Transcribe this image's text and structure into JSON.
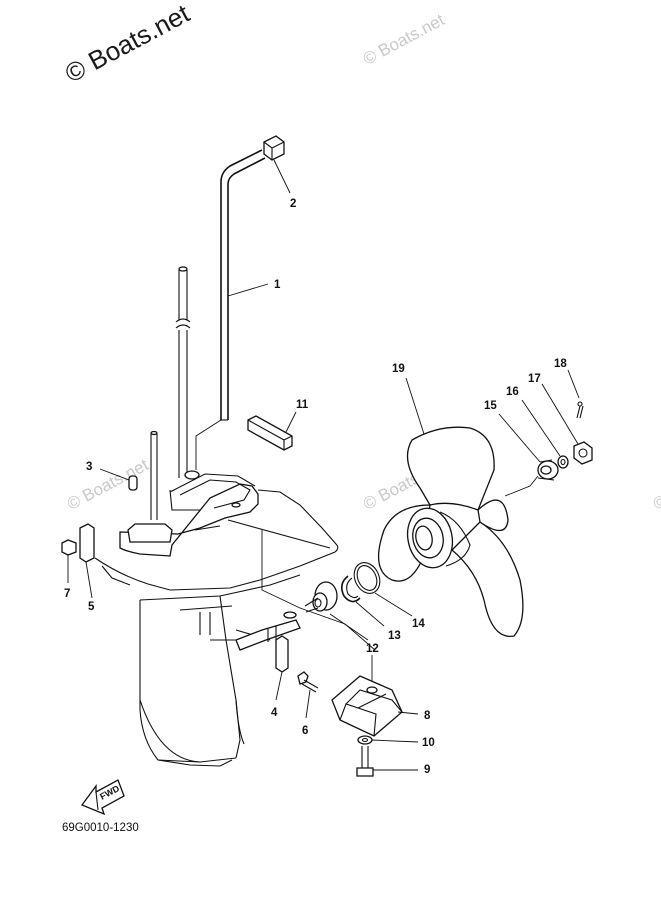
{
  "watermark": {
    "main": "© Boats.net",
    "light": "© Boats.net"
  },
  "drawing_ref": "69G0010-1230",
  "fwd_label": "FWD",
  "callouts": [
    {
      "id": "1",
      "label": "1"
    },
    {
      "id": "2",
      "label": "2"
    },
    {
      "id": "3",
      "label": "3"
    },
    {
      "id": "4",
      "label": "4"
    },
    {
      "id": "5",
      "label": "5"
    },
    {
      "id": "6",
      "label": "6"
    },
    {
      "id": "7",
      "label": "7"
    },
    {
      "id": "8",
      "label": "8"
    },
    {
      "id": "9",
      "label": "9"
    },
    {
      "id": "10",
      "label": "10"
    },
    {
      "id": "11",
      "label": "11"
    },
    {
      "id": "12",
      "label": "12"
    },
    {
      "id": "13",
      "label": "13"
    },
    {
      "id": "14",
      "label": "14"
    },
    {
      "id": "15",
      "label": "15"
    },
    {
      "id": "16",
      "label": "16"
    },
    {
      "id": "17",
      "label": "17"
    },
    {
      "id": "18",
      "label": "18"
    },
    {
      "id": "19",
      "label": "19"
    }
  ]
}
